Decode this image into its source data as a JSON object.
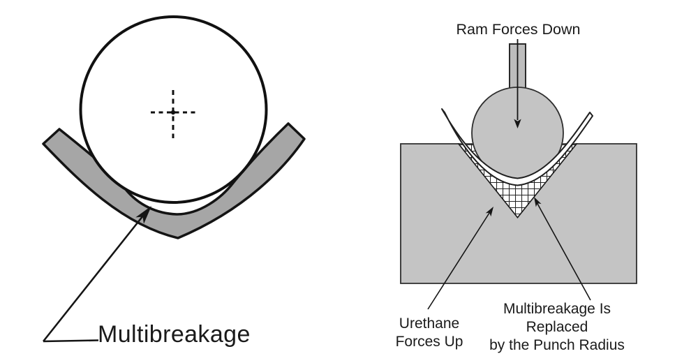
{
  "figure": {
    "left_diagram": {
      "callout_label": "Multibreakage",
      "parts": [
        "punch-circle",
        "center-mark-crosshair",
        "bent-sheet",
        "callout-arrow"
      ]
    },
    "right_diagram": {
      "top_label": "Ram Forces Down",
      "urethane_label": {
        "line1": "Urethane",
        "line2": "Forces Up"
      },
      "replaced_label": {
        "line1": "Multibreakage Is Replaced",
        "line2": "by the Punch Radius"
      },
      "parts": [
        "ram-bar",
        "punch-circle",
        "bent-sheet",
        "urethane-die-block",
        "v-notch-grid"
      ]
    },
    "colors": {
      "background": "#ffffff",
      "left_sheet_gray": "#a6a6a6",
      "right_shape_gray": "#c4c4c4",
      "ram_bar_gray": "#bdbdbd",
      "outline_black": "#1a1a1a",
      "rect_outline": "#2e2e2e",
      "white": "#ffffff"
    }
  }
}
